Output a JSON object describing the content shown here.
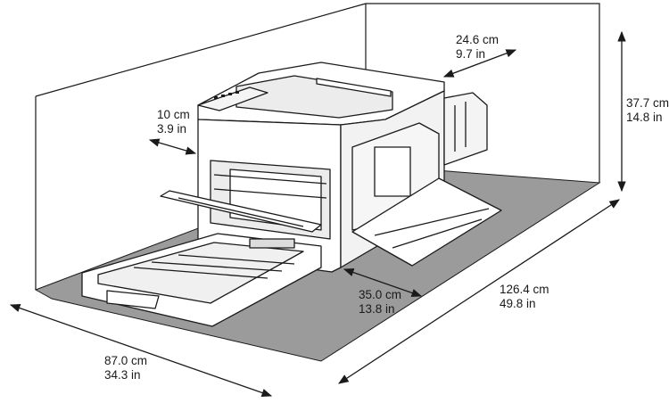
{
  "diagram": {
    "colors": {
      "floor": "#9b9b9b",
      "line": "#1a1a1a",
      "paper": "#ffffff",
      "shade": "#d9d9d9"
    },
    "dimensions": {
      "top_clearance": {
        "metric": "24.6 cm",
        "imperial": "9.7 in"
      },
      "height": {
        "metric": "37.7 cm",
        "imperial": "14.8 in"
      },
      "left_clearance": {
        "metric": "10 cm",
        "imperial": "3.9 in"
      },
      "side_clearance": {
        "metric": "35.0 cm",
        "imperial": "13.8 in"
      },
      "total_length": {
        "metric": "126.4 cm",
        "imperial": "49.8 in"
      },
      "total_width": {
        "metric": "87.0 cm",
        "imperial": "34.3 in"
      }
    }
  }
}
